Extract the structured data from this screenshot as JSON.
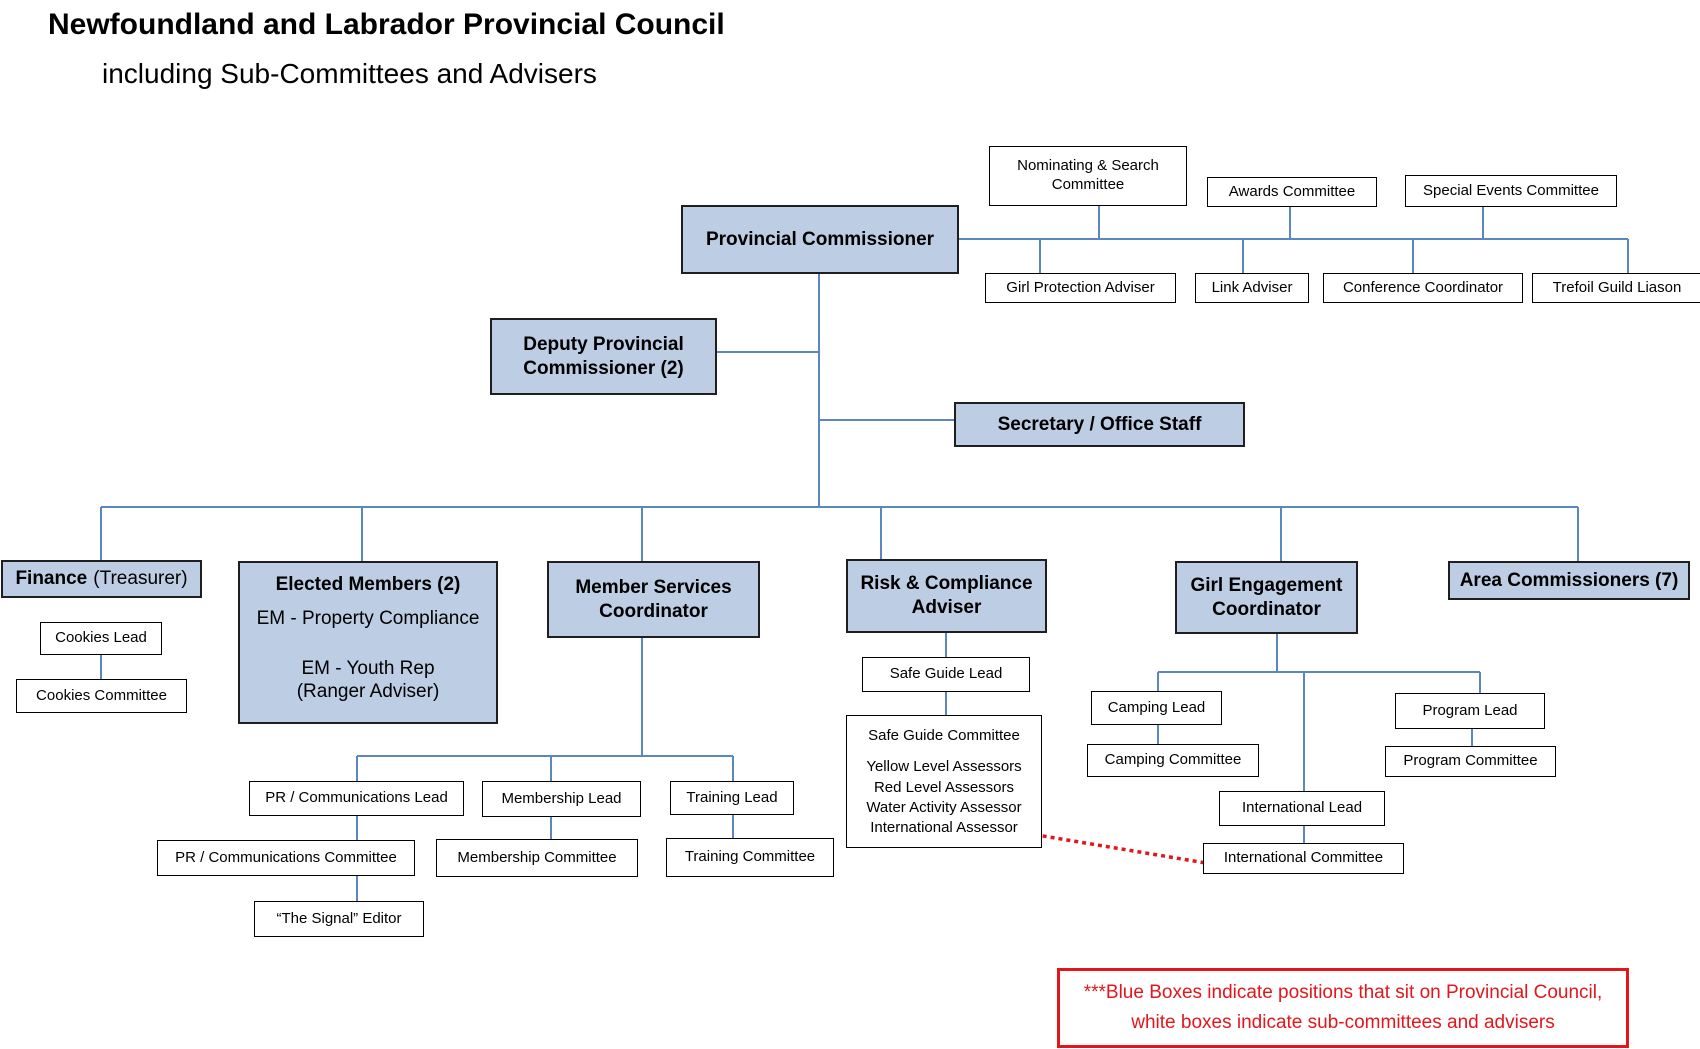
{
  "title": "Newfoundland and Labrador Provincial Council",
  "subtitle": "including  Sub-Committees and Advisers",
  "nodes": {
    "provincial_commissioner": "Provincial Commissioner",
    "deputy_line1": "Deputy Provincial",
    "deputy_line2": "Commissioner (2)",
    "secretary": "Secretary / Office Staff",
    "nominating_line1": "Nominating & Search",
    "nominating_line2": "Committee",
    "awards": "Awards Committee",
    "special_events": "Special Events Committee",
    "girl_protection": "Girl Protection Adviser",
    "link_adviser": "Link Adviser",
    "conference": "Conference Coordinator",
    "trefoil": "Trefoil Guild Liason",
    "finance": "Finance",
    "finance_suffix": "(Treasurer)",
    "cookies_lead": "Cookies Lead",
    "cookies_committee": "Cookies Committee",
    "elected_title": "Elected Members (2)",
    "elected_property": "EM - Property Compliance",
    "elected_youth": "EM - Youth Rep",
    "elected_ranger": "(Ranger Adviser)",
    "member_services_line1": "Member Services",
    "member_services_line2": "Coordinator",
    "pr_lead": "PR / Communications Lead",
    "pr_committee": "PR / Communications Committee",
    "signal_editor": "“The Signal” Editor",
    "membership_lead": "Membership Lead",
    "membership_committee": "Membership Committee",
    "training_lead": "Training Lead",
    "training_committee": "Training Committee",
    "risk_line1": "Risk & Compliance",
    "risk_line2": "Adviser",
    "safe_guide_lead": "Safe Guide Lead",
    "safe_guide_committee": "Safe Guide Committee",
    "yellow_assessors": "Yellow Level Assessors",
    "red_assessors": "Red Level Assessors",
    "water_assessor": "Water Activity Assessor",
    "international_assessor": "International Assessor",
    "girl_engagement_line1": "Girl Engagement",
    "girl_engagement_line2": "Coordinator",
    "camping_lead": "Camping Lead",
    "camping_committee": "Camping Committee",
    "international_lead": "International Lead",
    "international_committee": "International Committee",
    "program_lead": "Program Lead",
    "program_committee": "Program Committee",
    "area_commissioners": "Area Commissioners (7)"
  },
  "legend": {
    "line1": "***Blue Boxes indicate positions that sit on Provincial Council,",
    "line2": "white boxes indicate sub-committees and advisers"
  },
  "colors": {
    "connector": "#5b87c0",
    "blue_box": "#bccde4",
    "dotted_link": "#e3161b"
  }
}
